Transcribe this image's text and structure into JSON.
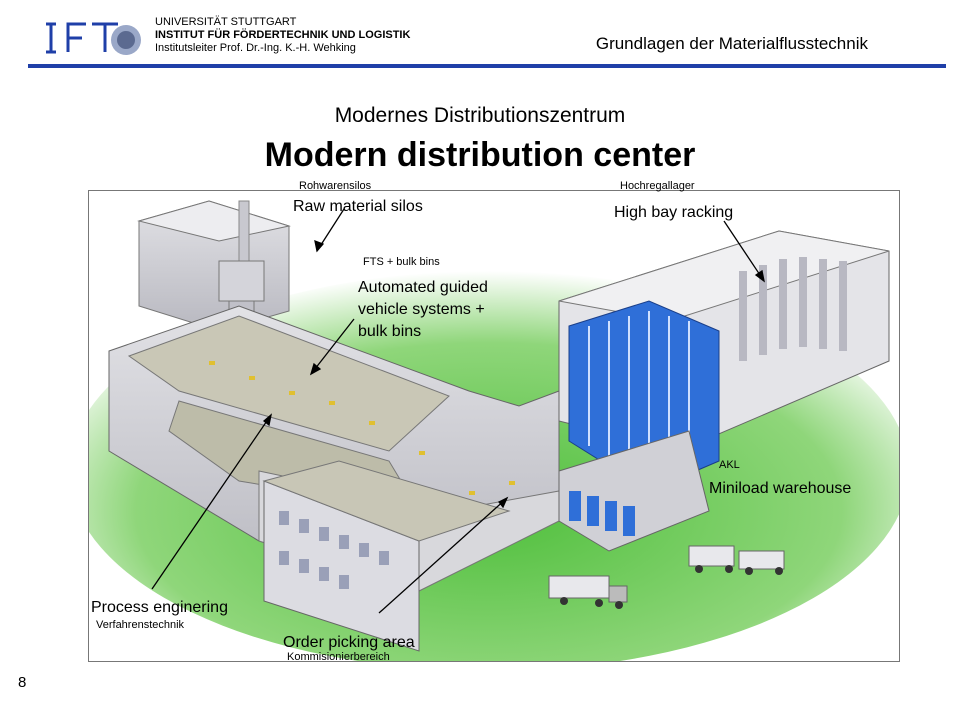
{
  "header": {
    "logo_text": "IFT",
    "university": "UNIVERSITÄT STUTTGART",
    "institute": "INSTITUT FÜR FÖRDERTECHNIK UND LOGISTIK",
    "director": "Institutsleiter Prof. Dr.-Ing. K.-H. Wehking",
    "course_title": "Grundlagen der Materialflusstechnik"
  },
  "slide": {
    "title_de": "Modernes Distributionszentrum",
    "title_en": "Modern distribution center",
    "page_number": "8"
  },
  "labels": {
    "silos_de": "Rohwarensilos",
    "silos_en": "Raw material silos",
    "highbay_de": "Hochregallager",
    "highbay_en": "High bay racking",
    "fts_de": "FTS  + bulk bins",
    "fts_en_1": "Automated guided",
    "fts_en_2": "vehicle systems +",
    "fts_en_3": "bulk bins",
    "akl_de": "AKL",
    "akl_en": "Miniload warehouse",
    "process_en": "Process enginering",
    "process_de": "Verfahrenstechnik",
    "picking_en": "Order picking area",
    "picking_de": "Kommisionierbereich"
  },
  "colors": {
    "accent_rule": "#1f3fa8",
    "ground_green": "#4fbf3c",
    "building_grey": "#cfcfd4",
    "rack_blue": "#2f6fd8"
  }
}
